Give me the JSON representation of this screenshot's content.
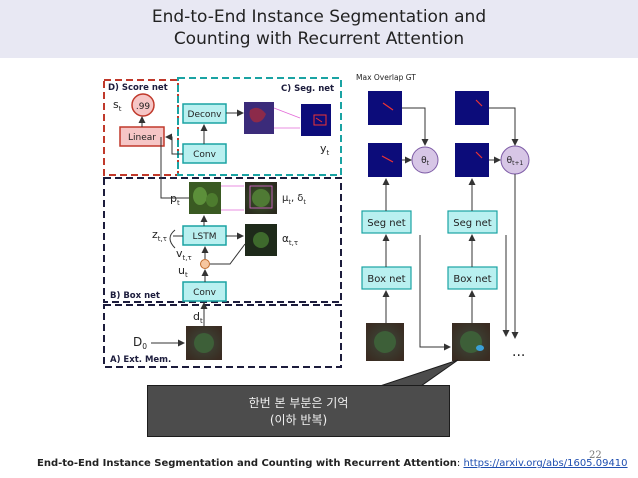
{
  "slide": {
    "title_line1": "End-to-End Instance Segmentation and",
    "title_line2": "Counting with Recurrent Attention",
    "page_number": "22"
  },
  "diagram": {
    "score_net_label": "D) Score net",
    "seg_net_panel_label": "C) Seg. net",
    "box_net_panel_label": "B) Box net",
    "ext_mem_panel_label": "A) Ext. Mem.",
    "max_overlap_label": "Max Overlap GT",
    "score_symbol": "s",
    "score_subscript": "t",
    "score_value": ".99",
    "linear_label": "Linear",
    "deconv_label": "Deconv",
    "conv_top_label": "Conv",
    "y_symbol": "y",
    "y_subscript": "t",
    "p_symbol": "p",
    "p_subscript": "t",
    "mu_delta_label": "μ",
    "mu_delta_sub": "t",
    "mu_delta_rest": ", δ",
    "alpha_symbol": "α",
    "alpha_subscript": "t,τ",
    "lstm_label": "LSTM",
    "z_symbol": "z",
    "z_subscript": "t,τ",
    "v_symbol": "v",
    "v_subscript": "t,τ",
    "u_symbol": "u",
    "u_subscript": "t",
    "conv_bottom_label": "Conv",
    "d_symbol": "d",
    "d_subscript": "t",
    "D0_symbol": "D",
    "D0_subscript": "0",
    "theta_t_symbol": "θ",
    "theta_t_subscript": "t",
    "theta_t1_symbol": "θ",
    "theta_t1_subscript": "t+1",
    "seg_net_1": "Seg net",
    "seg_net_2": "Seg net",
    "box_net_1": "Box net",
    "box_net_2": "Box net",
    "ellipsis": "...",
    "colors": {
      "score_panel": "#c0392b",
      "seg_panel": "#1aa3a3",
      "box_panel": "#1c1c3c",
      "linear_fill": "#f6c6c6",
      "teal_box": "#b9f0f0",
      "theta_fill": "#d7c6e6",
      "navy_tile": "#0c0c7a"
    }
  },
  "callout": {
    "line1": "한번 본 부분은 기억",
    "line2": "(이하 반복)"
  },
  "footer": {
    "paper_title": "End-to-End Instance Segmentation and Counting  with Recurrent Attention",
    "separator": ": ",
    "link_text": "https://arxiv.org/abs/1605.09410"
  }
}
